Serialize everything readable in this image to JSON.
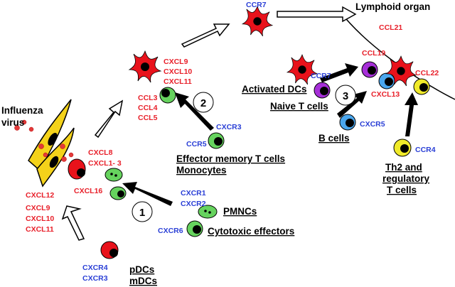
{
  "colors": {
    "chemokine": "#e8202a",
    "receptor": "#2a3fd6",
    "cell_red": "#e8121b",
    "cell_green": "#66d35e",
    "cell_purple": "#a62fd8",
    "cell_blue": "#4aa7ee",
    "cell_yellow": "#f0ea2a",
    "virus_red": "#e23a3a",
    "epithelium": "#f4d21a"
  },
  "icons": [
    "virus-particle-icon",
    "dendritic-cell-icon",
    "lymphocyte-icon",
    "neutrophil-icon",
    "hollow-arrow-icon",
    "solid-arrow-icon"
  ],
  "labels": {
    "influenza_line1": "Influenza",
    "influenza_line2": "virus",
    "lymphoid_organ": "Lymphoid organ",
    "pdcs": "pDCs",
    "mdcs": "mDCs",
    "cytotoxic": "Cytotoxic effectors",
    "pmncs": "PMNCs",
    "effector_memory": "Effector memory T cells",
    "monocytes": "Monocytes",
    "activated_dcs": "Activated DCs",
    "naive_t": "Naive T cells",
    "b_cells": "B cells",
    "th2_line1": "Th2 and",
    "th2_line2": "regulatory",
    "th2_line3": "T cells",
    "step1": "1",
    "step2": "2",
    "step3": "3"
  },
  "chemokines": {
    "tissue": [
      "CXCL12",
      "CXCL9",
      "CXCL10",
      "CXCL11"
    ],
    "pmn": [
      "CXCL8",
      "CXCL1- 3"
    ],
    "cxcl16": "CXCL16",
    "dc_top": [
      "CXCL9",
      "CXCL10",
      "CXCL11"
    ],
    "dc_mid": [
      "CCL3",
      "CCL4",
      "CCL5"
    ],
    "ccl21": "CCL21",
    "ccl19": "CCL19",
    "ccl22": "CCL22",
    "cxcl13": "CXCL13"
  },
  "receptors": {
    "cxcr4": "CXCR4",
    "cxcr3": "CXCR3",
    "cxcr6": "CXCR6",
    "cxcr1": "CXCR1",
    "cxcr2": "CXCR2",
    "ccr5": "CCR5",
    "cxcr3_mem": "CXCR3",
    "ccr7_top": "CCR7",
    "ccr7_dc": "CCR7",
    "cxcr5": "CXCR5",
    "ccr4": "CCR4"
  }
}
